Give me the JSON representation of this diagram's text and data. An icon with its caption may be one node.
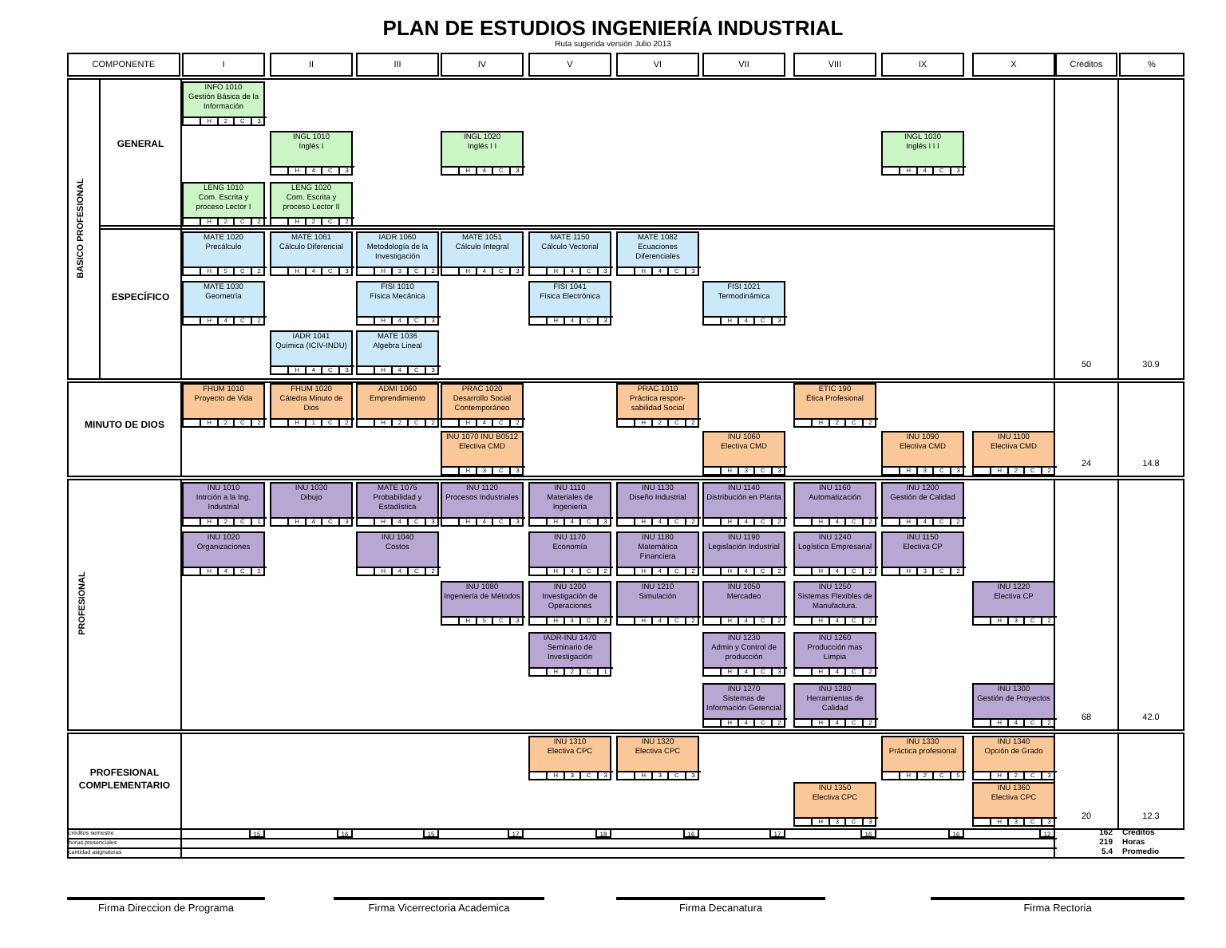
{
  "diagram": {
    "title": "PLAN DE ESTUDIOS INGENIERÍA  INDUSTRIAL",
    "nodes": [
      {
        "text": [
          "INFO 1010",
          "Gestión Básica de la Información",
          "H",
          "2",
          "C",
          "3"
        ]
      },
      {
        "text": [
          "INGL 1010",
          "Inglés I",
          "H",
          "4",
          "C",
          "3"
        ]
      },
      {
        "text": [
          "INGL 1020",
          "Inglés I I",
          "H",
          "4",
          "C",
          "3"
        ]
      },
      {
        "text": [
          "INGL 1030",
          "Inglés I I I",
          "H",
          "4",
          "C",
          "3"
        ]
      },
      {
        "text": [
          "LENG 1010",
          "Com. Escrita y proceso Lector I",
          "H",
          "2",
          "C",
          "2"
        ]
      },
      {
        "text": [
          "LENG 1020",
          "Com. Escrita y proceso Lector II",
          "H",
          "2",
          "C",
          "2"
        ]
      },
      {
        "text": [
          "MATE 1020",
          "Precálculo",
          "H",
          "5",
          "C",
          "2"
        ]
      },
      {
        "text": [
          "MATE 1061",
          "Cálculo Diferencial",
          "H",
          "4",
          "C",
          "3"
        ]
      },
      {
        "text": [
          "IADR 1060",
          "Metodología de la Investigación",
          "H",
          "3",
          "C",
          "2"
        ]
      },
      {
        "text": [
          "MATE 1051",
          "Cálculo Integral",
          "H",
          "4",
          "C",
          "3"
        ]
      },
      {
        "text": [
          "MATE 1150",
          "Cálculo Vectorial",
          "H",
          "4",
          "C",
          "3"
        ]
      },
      {
        "text": [
          "MATE 1082",
          "Ecuaciones Diferenciales",
          "H",
          "4",
          "C",
          "3"
        ]
      },
      {
        "text": [
          "MATE 1030",
          "Geometría",
          "H",
          "4",
          "C",
          "2"
        ]
      },
      {
        "text": [
          "FISI 1010",
          "Física Mecánica",
          "H",
          "4",
          "C",
          "3"
        ]
      },
      {
        "text": [
          "FISI 1041",
          "Física Electrónica",
          "H",
          "4",
          "C",
          "3"
        ]
      },
      {
        "text": [
          "FISI 1021",
          "Termodinámica",
          "H",
          "4",
          "C",
          "3"
        ]
      },
      {
        "text": [
          "IADR 1041",
          "Química (ICIV-INDU)",
          "H",
          "4",
          "C",
          "3"
        ]
      },
      {
        "text": [
          "MATE 1036",
          "Algebra Lineal",
          "H",
          "4",
          "C",
          "3"
        ]
      },
      {
        "text": [
          "FHUM 1010",
          "Proyecto de Vida",
          "H",
          "2",
          "C",
          "2"
        ]
      },
      {
        "text": [
          "FHUM 1020",
          "Cátedra Minuto de Dios",
          "H",
          "1",
          "C",
          "2"
        ]
      },
      {
        "text": [
          "ADMI 1060",
          "Emprendimiento",
          "H",
          "2",
          "C",
          "2"
        ]
      },
      {
        "text": [
          "PRAC 1020",
          "Desarrollo Social Contemporáneo",
          "H",
          "4",
          "C",
          "2"
        ]
      },
      {
        "text": [
          "PRAC 1010",
          "Práctica respon- sabilidad Social",
          "H",
          "2",
          "C",
          "2"
        ]
      },
      {
        "text": [
          "ETIC 190",
          "Ética Profesional",
          "H",
          "2",
          "C",
          "2"
        ]
      },
      {
        "text": [
          "INU 1070 INU B0512",
          "Electiva CMD",
          "H",
          "3",
          "C",
          "3"
        ]
      },
      {
        "text": [
          "INU 1060",
          "Electiva CMD",
          "H",
          "3",
          "C",
          "3"
        ]
      },
      {
        "text": [
          "INU 1090",
          "Electiva CMD",
          "H",
          "3",
          "C",
          "3"
        ]
      },
      {
        "text": [
          "INU 1100",
          "Electiva CMD",
          "H",
          "2",
          "C",
          "2"
        ]
      },
      {
        "text": [
          "INU 1010",
          "Intrción a la Ing. Industrial",
          "H",
          "2",
          "C",
          "1"
        ]
      },
      {
        "text": [
          "INU 1030",
          "Dibujo",
          "H",
          "4",
          "C",
          "3"
        ]
      },
      {
        "text": [
          "MATE 1075",
          "Probabilidad  y Estadística",
          "H",
          "4",
          "C",
          "3"
        ]
      },
      {
        "text": [
          "INU 1120",
          "Procesos Industriales",
          "H",
          "4",
          "C",
          "3"
        ]
      },
      {
        "text": [
          "INU 1110",
          "Materiales de Ingeniería",
          "H",
          "4",
          "C",
          "3"
        ]
      },
      {
        "text": [
          "INU 1130",
          "Diseño Industrial",
          "H",
          "4",
          "C",
          "2"
        ]
      },
      {
        "text": [
          "INU 1140",
          "Distribución en Planta",
          "H",
          "4",
          "C",
          "2"
        ]
      },
      {
        "text": [
          "INU 1160",
          "Automatización",
          "H",
          "4",
          "C",
          "2"
        ]
      },
      {
        "text": [
          "INU 1200",
          "Gestión de Calidad",
          "H",
          "4",
          "C",
          "2"
        ]
      },
      {
        "text": [
          "INU 1020",
          "Organizaciones",
          "H",
          "4",
          "C",
          "2"
        ]
      },
      {
        "text": [
          "INU 1040",
          "Costos",
          "H",
          "4",
          "C",
          "2"
        ]
      },
      {
        "text": [
          "INU 1170",
          "Economía",
          "H",
          "4",
          "C",
          "2"
        ]
      },
      {
        "text": [
          "INU 1180",
          "Matemática Financiera",
          "H",
          "4",
          "C",
          "2"
        ]
      },
      {
        "text": [
          "INU 1190",
          "Legislación Industrial",
          "H",
          "4",
          "C",
          "2"
        ]
      },
      {
        "text": [
          "INU 1240",
          "Logística Empresarial",
          "H",
          "4",
          "C",
          "2"
        ]
      },
      {
        "text": [
          "INU 1150",
          "Electiva CP",
          "H",
          "3",
          "C",
          "2"
        ]
      },
      {
        "text": [
          "INU 1080",
          "Ingeniería de Métodos",
          "H",
          "5",
          "C",
          "3"
        ]
      },
      {
        "text": [
          "INU 1200",
          "Investigación de Operaciones",
          "H",
          "4",
          "C",
          "3"
        ]
      },
      {
        "text": [
          "INU 1210",
          "Simulación",
          "H",
          "4",
          "C",
          "2"
        ]
      },
      {
        "text": [
          "INU 1050",
          "Mercadeo",
          "H",
          "4",
          "C",
          "2"
        ]
      },
      {
        "text": [
          "INU 1250",
          "Sistemas Flexibles de Manufactura.",
          "H",
          "4",
          "C",
          "2"
        ]
      },
      {
        "text": [
          "INU 1220",
          "Electiva CP",
          "H",
          "3",
          "C",
          "2"
        ]
      },
      {
        "text": [
          "IADR-INU 1470",
          "Seminario de Investigación",
          "H",
          "2",
          "C",
          "1"
        ]
      },
      {
        "text": [
          "INU 1230",
          "Admin y Control de producción",
          "H",
          "4",
          "C",
          "3"
        ]
      },
      {
        "text": [
          "INU 1260",
          "Producción mas Limpia",
          "H",
          "4",
          "C",
          "2"
        ]
      },
      {
        "text": [
          "INU 1270",
          "Sistemas de Información Gerencial",
          "H",
          "4",
          "C",
          "2"
        ]
      },
      {
        "text": [
          "INU 1280",
          "Herramientas de Calidad",
          "H",
          "4",
          "C",
          "2"
        ]
      },
      {
        "text": [
          "INU 1300",
          "Gestión de Proyectos",
          "H",
          "4",
          "C",
          "2"
        ]
      },
      {
        "text": [
          "INU 1310",
          "Electiva CPC",
          "H",
          "3",
          "C",
          "3"
        ]
      },
      {
        "text": [
          "INU 1320",
          "Electiva CPC",
          "H",
          "3",
          "C",
          "3"
        ]
      },
      {
        "text": [
          "INU 1330",
          "Práctica profesional",
          "H",
          "2",
          "C",
          "5"
        ]
      },
      {
        "text": [
          "INU 1340",
          "Opción de Grado",
          "H",
          "2",
          "C",
          "3"
        ]
      },
      {
        "text": [
          "INU 1350",
          "Electiva CPC",
          "H",
          "3",
          "C",
          "3"
        ]
      },
      {
        "text": [
          "INU 1360",
          "Electiva CPC",
          "H",
          "3",
          "C",
          "3"
        ]
      }
    ],
    "labels": [
      "Ruta sugerida versión Julio 2013",
      "COMPONENTE",
      "I",
      "II",
      "III",
      "IV",
      "V",
      "VI",
      "VII",
      "VIII",
      "IX",
      "X",
      "Créditos",
      "%",
      "BASICO PROFESIONAL",
      "GENERAL",
      "ESPECÍFICO",
      "50",
      "30.9",
      "MINUTO DE DIOS",
      "24",
      "14.8",
      "PROFESIONAL",
      "68",
      "42.0",
      "PROFESIONAL COMPLEMENTARIO",
      "20",
      "12.3",
      "créditos semestre",
      "horas presenciales",
      "cantidad asignaturas",
      "15",
      "16",
      "15",
      "17",
      "18",
      "16",
      "17",
      "16",
      "16",
      "12",
      "162",
      "Créditos",
      "219",
      "Horas",
      "5.4",
      "Promedio",
      "Firma Direccion de Programa",
      "Firma Vicerrectoria Academica",
      "Firma Decanatura",
      "Firma Rectoria"
    ]
  }
}
